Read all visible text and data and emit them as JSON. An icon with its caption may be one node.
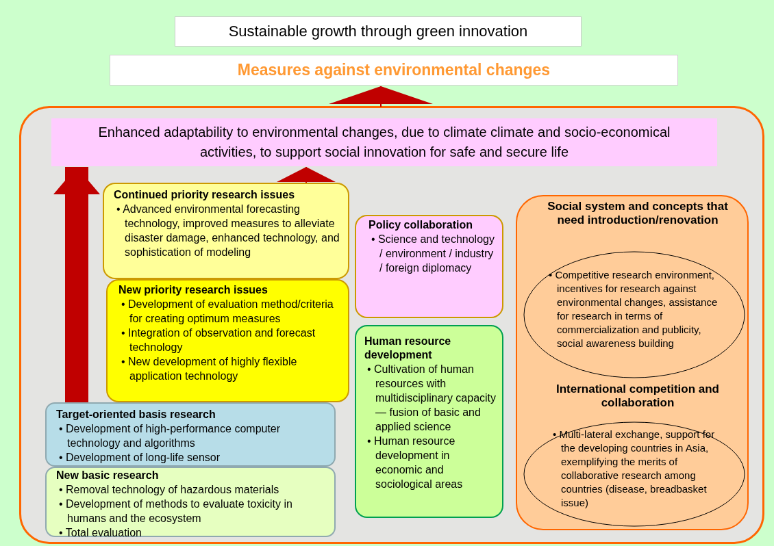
{
  "diagram": {
    "nodes": [
      {
        "text": [
          "Sustainable growth through green innovation"
        ]
      },
      {
        "text": [
          "Measures against environmental changes"
        ]
      },
      {
        "text": [],
        "shape": "box"
      },
      {
        "text": [
          "Enhanced adaptability to environmental changes, due to climate climate and socio-economical activities, to support social innovation for safe and secure life"
        ],
        "in": 2
      },
      {
        "text": [
          "Continued priority research issues",
          "• Advanced environmental forecasting technology, improved measures to alleviate disaster damage, enhanced technology, and sophistication of modeling"
        ],
        "in": 2
      },
      {
        "text": [
          "New priority research issues",
          "• Development of evaluation method/criteria for creating optimum measures",
          "• Integration of observation and forecast technology",
          "• New development of highly flexible application technology"
        ],
        "in": 2
      },
      {
        "text": [
          "Target-oriented basis research",
          "• Development of high-performance computer technology and algorithms",
          "• Development of long-life sensor"
        ],
        "in": 2
      },
      {
        "text": [
          "New basic research",
          "• Removal technology of hazardous materials",
          "• Development of methods to evaluate toxicity in humans and the ecosystem",
          "• Total evaluation"
        ],
        "in": 2
      },
      {
        "text": [
          "Policy collaboration",
          "• Science and technology / environment / industry / foreign diplomacy"
        ],
        "in": 2
      },
      {
        "text": [
          "Human resource development",
          "• Cultivation of human resources with multidisciplinary capacity — fusion of basic and applied science",
          "• Human resource development in economic and sociological areas"
        ],
        "in": 2
      },
      {
        "text": [],
        "shape": "box",
        "in": 2
      },
      {
        "text": [
          "Social system and concepts that need introduction/renovation",
          "• Competitive research environment, incentives for research against environmental changes, assistance for research in terms of commercialization and publicity, social awareness building"
        ],
        "in": 10
      },
      {
        "text": [
          "International competition and collaboration",
          "• Multi-lateral exchange, support for the developing countries in Asia, exemplifying the merits of collaborative research among countries (disease, breadbasket issue)"
        ],
        "in": 10
      }
    ],
    "edges": [
      {
        "from": 2,
        "to": 1,
        "arrow": "to"
      },
      {
        "from": 4,
        "to": 3,
        "arrow": "to"
      },
      {
        "from": 6,
        "to": 3,
        "arrow": "to",
        "style": "thick"
      }
    ]
  }
}
